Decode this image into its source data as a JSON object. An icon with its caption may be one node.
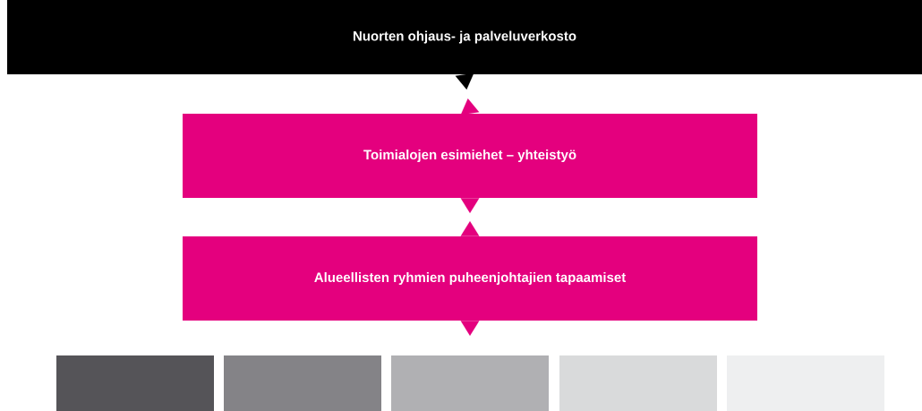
{
  "diagram": {
    "nodes": [
      {
        "text": [
          "Nuorten ohjaus- ja palveluverkosto"
        ]
      },
      {
        "text": [
          "Toimialojen esimiehet – yhteistyö"
        ]
      },
      {
        "text": [
          "Alueellisten ryhmien puheenjohtajien tapaamiset"
        ]
      },
      {
        "text": [],
        "shape": "box"
      },
      {
        "text": [],
        "shape": "box"
      },
      {
        "text": [],
        "shape": "box"
      },
      {
        "text": [],
        "shape": "box"
      },
      {
        "text": [],
        "shape": "box"
      }
    ],
    "edges": [
      {
        "from": 0,
        "to": 1,
        "arrow": "to"
      },
      {
        "from": 1,
        "to": 0,
        "arrow": "to"
      },
      {
        "from": 1,
        "to": 2,
        "arrow": "to"
      },
      {
        "from": 2,
        "to": 1,
        "arrow": "to"
      },
      {
        "from": 2,
        "to": 5,
        "arrow": "to"
      }
    ]
  }
}
